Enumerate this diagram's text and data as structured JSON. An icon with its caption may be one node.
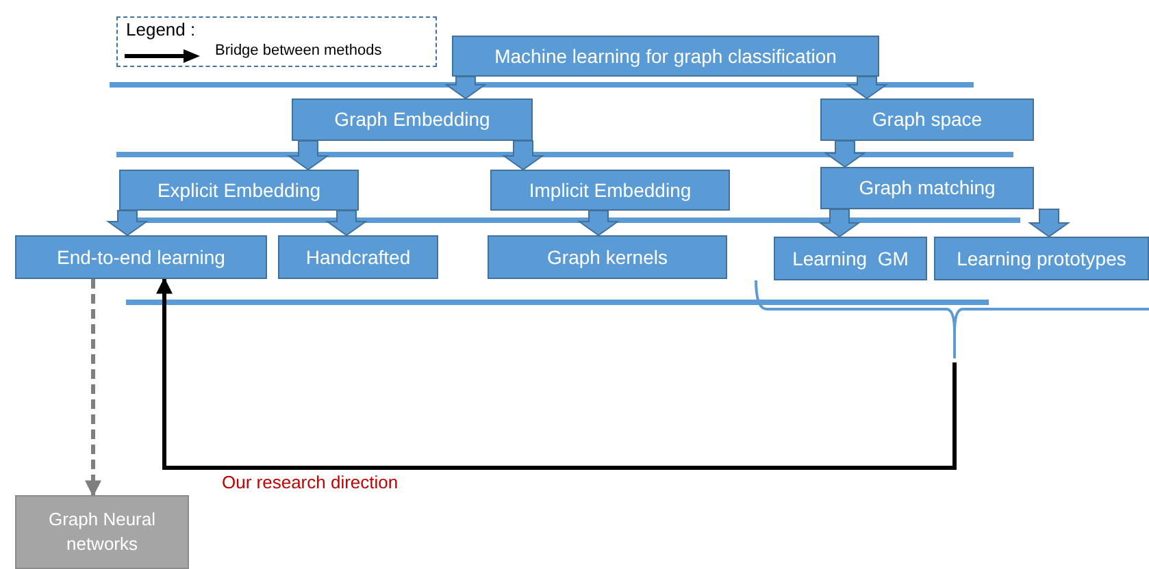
{
  "diagram": {
    "nodes": [
      {
        "text": [
          "Machine learning for graph classification"
        ]
      },
      {
        "text": [
          "Graph Embedding"
        ]
      },
      {
        "text": [
          "Graph space"
        ]
      },
      {
        "text": [
          "Explicit Embedding"
        ]
      },
      {
        "text": [
          "Implicit Embedding"
        ]
      },
      {
        "text": [
          "Graph matching"
        ]
      },
      {
        "text": [
          "End-to-end learning"
        ]
      },
      {
        "text": [
          "Handcrafted"
        ]
      },
      {
        "text": [
          "Graph kernels"
        ]
      },
      {
        "text": [
          "Learning  GM"
        ]
      },
      {
        "text": [
          "Learning prototypes"
        ]
      },
      {
        "text": [
          "Graph Neural networks"
        ]
      },
      {
        "text": [],
        "shape": "brace"
      }
    ],
    "edges": [
      {
        "from": 0,
        "to": 1,
        "arrow": "to"
      },
      {
        "from": 0,
        "to": 2,
        "arrow": "to"
      },
      {
        "from": 1,
        "to": 3,
        "arrow": "to"
      },
      {
        "from": 1,
        "to": 4,
        "arrow": "to"
      },
      {
        "from": 2,
        "to": 5,
        "arrow": "to"
      },
      {
        "from": 3,
        "to": 6,
        "arrow": "to"
      },
      {
        "from": 3,
        "to": 7,
        "arrow": "to"
      },
      {
        "from": 4,
        "to": 8,
        "arrow": "to"
      },
      {
        "from": 5,
        "to": 9,
        "arrow": "to"
      },
      {
        "from": 5,
        "to": 10,
        "arrow": "to"
      },
      {
        "from": 6,
        "to": 11,
        "arrow": "to",
        "style": "dashed",
        "color": "#7f7f7f"
      },
      {
        "from": 12,
        "to": 6,
        "arrow": "to",
        "color": "#000000",
        "label": "Our research direction"
      }
    ],
    "labels": [
      "Legend :"
    ],
    "legend": [
      {
        "text": "Bridge between methods"
      }
    ]
  }
}
